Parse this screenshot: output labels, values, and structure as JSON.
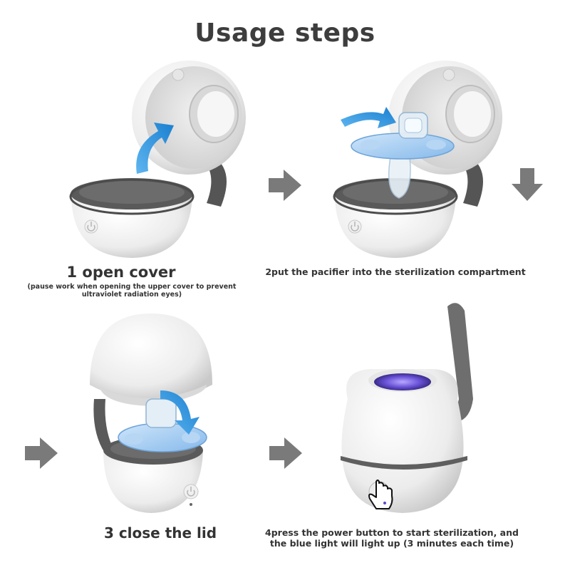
{
  "header": {
    "title": "Usage steps"
  },
  "steps": [
    {
      "label": "1 open cover",
      "note": "(pause work when opening the upper cover to prevent ultraviolet radiation eyes)"
    },
    {
      "label": "2put the pacifier into the sterilization compartment"
    },
    {
      "label": "3 close the lid"
    },
    {
      "label": "4press the power button to start sterilization, and the blue light will light up (3 minutes each time)"
    }
  ],
  "colors": {
    "arrow_gray": "#7a7a7a",
    "accent_blue": "#1e88d8",
    "device_white": "#f4f4f4",
    "rim_dark": "#555555",
    "strap_gray": "#6e6e6e"
  },
  "icons": [
    "power-icon",
    "hand-pointer-icon",
    "arrow-right-icon",
    "arrow-down-icon",
    "curved-blue-arrow-icon"
  ]
}
